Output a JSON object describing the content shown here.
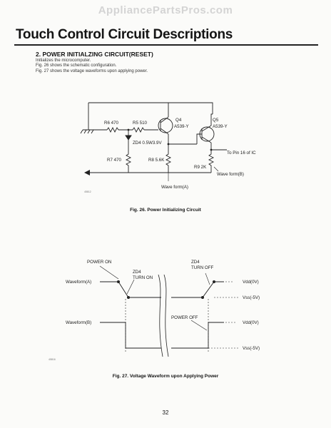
{
  "header": {
    "watermark": "AppliancePartsPros.com"
  },
  "page": {
    "title": "Touch Control Circuit Descriptions",
    "number": "32"
  },
  "section": {
    "heading": "2. POWER INITIALZING CIRCUIT(RESET)",
    "lines": [
      "Initializes the microcomputer.",
      "Fig. 26 shows the schematic configuration.",
      "Fig. 27 shows the voltage waveforms upon applying power."
    ]
  },
  "fig26": {
    "caption": "Fig. 26. Power Initializing Circuit",
    "tag": "45812",
    "labels": {
      "r6": "R6 470",
      "r5": "R5 510",
      "q4": "Q4",
      "q4_part": "A539-Y",
      "q5": "Q5",
      "q5_part": "A539-Y",
      "zd": "ZD4 0.5W3.9V",
      "r7": "R7 470",
      "r8": "R8 5.6K",
      "r9": "R9 2K",
      "pin": "To Pin 16 of IC",
      "wave_b": "Wave form(B)",
      "wave_a": "Wave form(A)"
    }
  },
  "fig27": {
    "caption": "Fig. 27. Voltage Waveform upon Applying Power",
    "tag": "45816",
    "labels": {
      "power_on": "POWER ON",
      "zd4_on_1": "ZD4",
      "zd4_on_2": "TURN ON",
      "zd4_off_1": "ZD4",
      "zd4_off_2": "TURN OFF",
      "wave_a": "Waveform(A)",
      "wave_b": "Waveform(B)",
      "vdd_a": "Vdd(0V)",
      "vss_a": "Vss(-5V)",
      "power_off": "POWER OFF",
      "vdd_b": "Vdd(0V)",
      "vss_b": "Vss(-5V)"
    }
  }
}
